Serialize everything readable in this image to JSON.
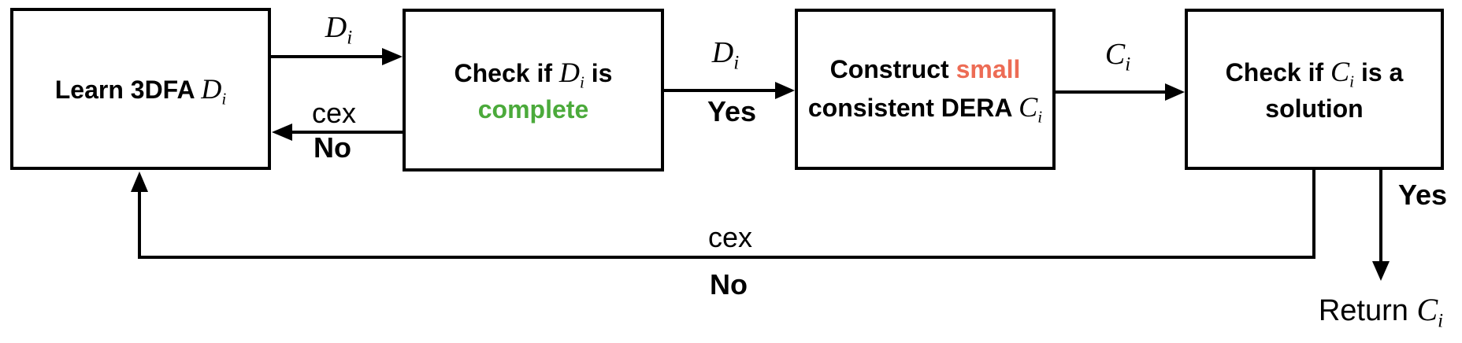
{
  "colors": {
    "green": "#4BAA3B",
    "red": "#ED6C55",
    "line": "#000000"
  },
  "nodes": {
    "learn": {
      "text": "Learn 3DFA ",
      "var": "D",
      "sub": "i"
    },
    "complete": {
      "l1_pre": "Check if ",
      "var": "D",
      "sub": "i",
      "l1_post": " is",
      "l2": "complete"
    },
    "construct": {
      "l1_pre": "Construct ",
      "l1_highlight": "small",
      "l2_pre": "consistent DERA ",
      "var": "C",
      "sub": "i"
    },
    "solution": {
      "l1_pre": "Check if ",
      "var": "C",
      "sub": "i",
      "l1_post": " is a",
      "l2": "solution"
    }
  },
  "edges": {
    "learn_to_complete": {
      "var": "D",
      "sub": "i"
    },
    "complete_to_learn": {
      "label": "cex",
      "decision": "No"
    },
    "complete_to_construct": {
      "var": "D",
      "sub": "i",
      "decision": "Yes"
    },
    "construct_to_solution": {
      "var": "C",
      "sub": "i"
    },
    "solution_return": {
      "decision": "Yes"
    },
    "solution_to_learn": {
      "label": "cex",
      "decision": "No"
    },
    "return": {
      "text": "Return ",
      "var": "C",
      "sub": "i"
    }
  }
}
